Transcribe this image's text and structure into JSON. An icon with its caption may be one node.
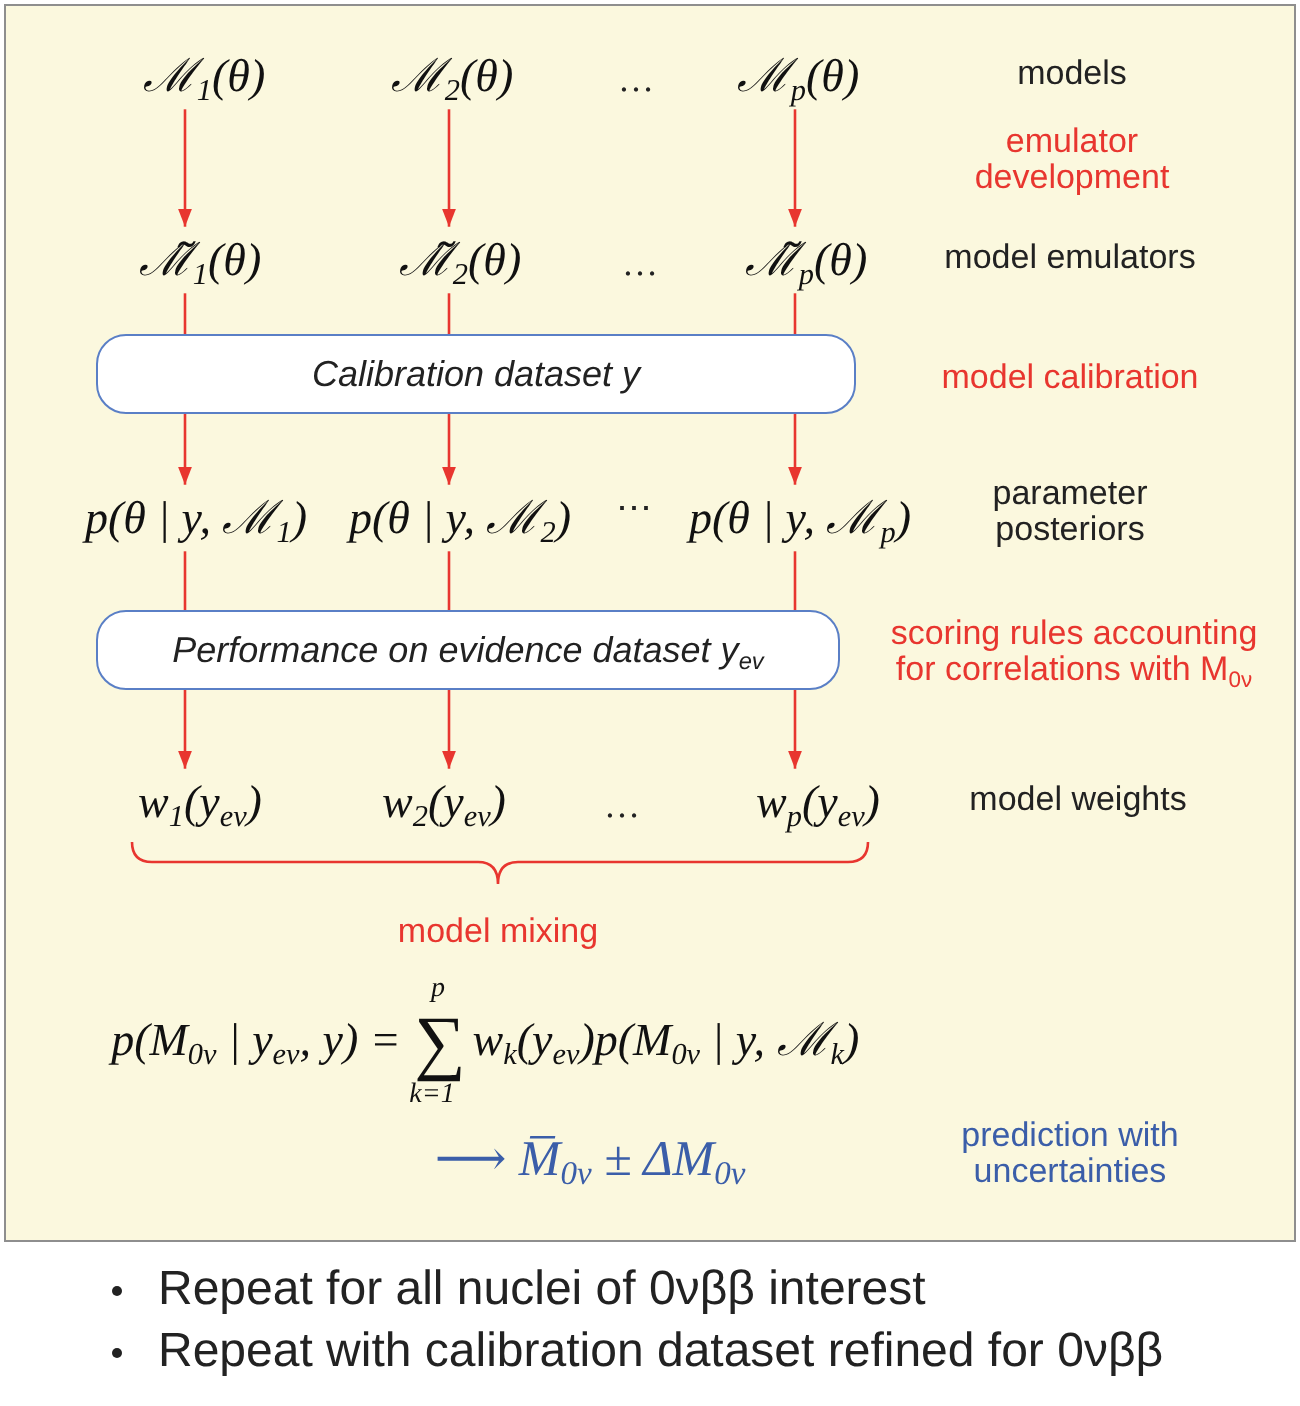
{
  "diagram": {
    "nodes": [
      {
        "text": [],
        "shape": "box"
      },
      {
        "text": [
          "ℳ$_{1}$(θ)"
        ],
        "in": 0
      },
      {
        "text": [
          "ℳ$_{2}$(θ)"
        ],
        "in": 0
      },
      {
        "text": [
          "ℳ$_{p}$(θ)"
        ],
        "in": 0
      },
      {
        "text": [
          "ℳ̃$_{1}$(θ)"
        ],
        "in": 0
      },
      {
        "text": [
          "ℳ̃$_{2}$(θ)"
        ],
        "in": 0
      },
      {
        "text": [
          "ℳ̃$_{p}$(θ)"
        ],
        "in": 0
      },
      {
        "text": [
          "Calibration dataset y"
        ],
        "in": 0
      },
      {
        "text": [
          "p(θ | y, ℳ$_{1}$)"
        ],
        "in": 0
      },
      {
        "text": [
          "p(θ | y, ℳ$_{2}$)"
        ],
        "in": 0
      },
      {
        "text": [
          "p(θ | y, ℳ$_{p}$)"
        ],
        "in": 0
      },
      {
        "text": [
          "Performance on evidence dataset y$_{ev}$"
        ],
        "in": 0
      },
      {
        "text": [
          "w$_{1}$(y$_{ev}$)"
        ],
        "in": 0
      },
      {
        "text": [
          "w$_{2}$(y$_{ev}$)"
        ],
        "in": 0
      },
      {
        "text": [
          "w$_{p}$(y$_{ev}$)"
        ],
        "in": 0
      }
    ],
    "edges": [
      {
        "from": 1,
        "to": 4,
        "arrow": "to"
      },
      {
        "from": 2,
        "to": 5,
        "arrow": "to"
      },
      {
        "from": 3,
        "to": 6,
        "arrow": "to"
      },
      {
        "from": 4,
        "to": 7,
        "arrow": "none"
      },
      {
        "from": 5,
        "to": 7,
        "arrow": "none"
      },
      {
        "from": 6,
        "to": 7,
        "arrow": "none"
      },
      {
        "from": 7,
        "to": 8,
        "arrow": "to"
      },
      {
        "from": 7,
        "to": 9,
        "arrow": "to"
      },
      {
        "from": 7,
        "to": 10,
        "arrow": "to"
      },
      {
        "from": 8,
        "to": 11,
        "arrow": "none"
      },
      {
        "from": 9,
        "to": 11,
        "arrow": "none"
      },
      {
        "from": 10,
        "to": 11,
        "arrow": "none"
      },
      {
        "from": 11,
        "to": 12,
        "arrow": "to"
      },
      {
        "from": 11,
        "to": 13,
        "arrow": "to"
      },
      {
        "from": 11,
        "to": 14,
        "arrow": "to"
      }
    ],
    "labels": [
      "…",
      "models",
      "emulator development",
      "…",
      "model emulators",
      "model calibration",
      "⋯",
      "parameter posteriors",
      "scoring rules accounting for correlations with M$_{0ν}$",
      "…",
      "model weights",
      "model mixing",
      "p(M$_{0ν}$ | y$_{ev}$, y) =",
      "p",
      "∑",
      "k=1",
      "w$_{k}$(y$_{ev}$)p(M$_{0ν}$ | y, ℳ$_{k}$)",
      "⟶ M̅$_{0ν}$ ± ΔM$_{0ν}$",
      "prediction with uncertainties",
      "Repeat for all nuclei of 0νββ interest",
      "Repeat with calibration dataset refined for 0νββ"
    ]
  }
}
